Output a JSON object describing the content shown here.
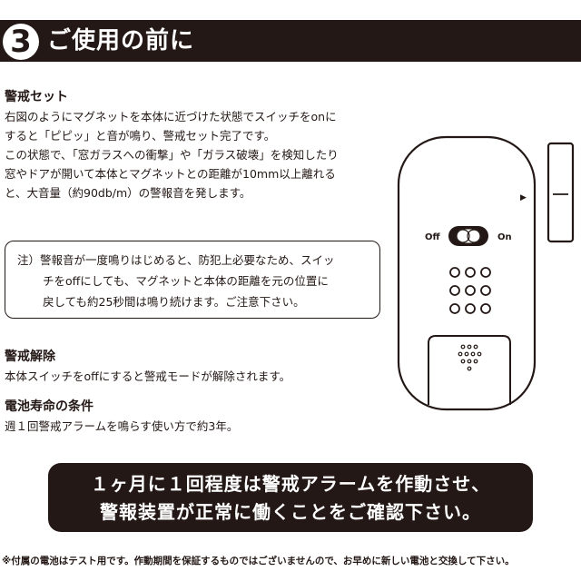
{
  "header": {
    "step_number": "3",
    "title": "ご使用の前に"
  },
  "sections": {
    "alarm_set": {
      "title": "警戒セット",
      "lines": [
        "右図のようにマグネットを本体に近づけた状態でスイッチをonに",
        "すると「ピピッ」と音が鳴り、警戒セット完了です。",
        "この状態で、「窓ガラスへの衝撃」や「ガラス破壊」を検知したり",
        "窓やドアが開いて本体とマグネットとの距離が10mm以上離れる",
        "と、大音量（約90db/m）の警報音を発します。"
      ]
    },
    "note": {
      "lines": [
        "注）警報音が一度鳴りはじめると、防犯上必要なため、スイッ",
        "チをoffにしても、マグネットと本体の距離を元の位置に",
        "戻しても約25秒間は鳴り続けます。ご注意下さい。"
      ]
    },
    "alarm_release": {
      "title": "警戒解除",
      "lines": [
        "本体スイッチをoffにすると警戒モードが解除されます。"
      ]
    },
    "battery": {
      "title": "電池寿命の条件",
      "lines": [
        "週１回警戒アラームを鳴らす使い方で約3年。"
      ]
    }
  },
  "banner": {
    "lines": [
      "１ヶ月に１回程度は警戒アラームを作動させ、",
      "警報装置が正常に働くことをご確認下さい。"
    ]
  },
  "footnote": "※付属の電池はテスト用です。作動期間を保証するものではございませんので、お早めに新しい電池と交換して下さい。",
  "device": {
    "switch_off_label": "Off",
    "switch_on_label": "On",
    "arrow_glyph": "▶"
  },
  "colors": {
    "ink": "#231815",
    "background": "#ffffff"
  }
}
